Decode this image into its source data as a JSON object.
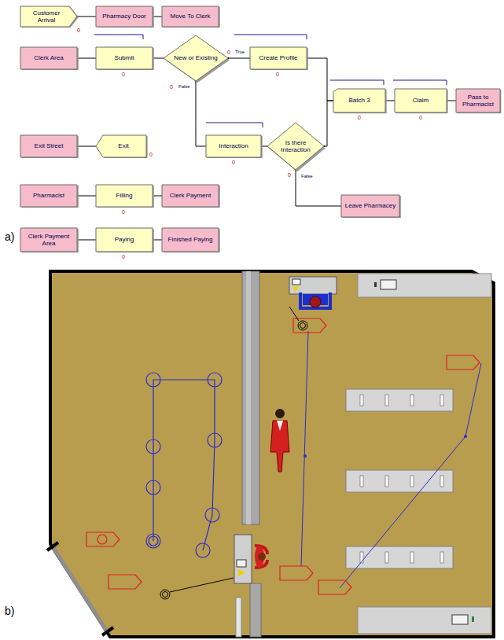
{
  "diagram": {
    "nodes": [
      {
        "text": [
          "Customer Arrival"
        ]
      },
      {
        "text": [
          "Pharmacy Door"
        ]
      },
      {
        "text": [
          "Move To Clerk"
        ]
      },
      {
        "text": [
          "Clerk Area"
        ]
      },
      {
        "text": [
          "Submit"
        ]
      },
      {
        "text": [
          "New or Existing"
        ]
      },
      {
        "text": [
          "Create Profile"
        ]
      },
      {
        "text": [
          "Interaction"
        ]
      },
      {
        "text": [
          "Is there Interaction"
        ]
      },
      {
        "text": [
          "Batch 3"
        ]
      },
      {
        "text": [
          "Claim"
        ]
      },
      {
        "text": [
          "Pass to Pharmacist"
        ]
      },
      {
        "text": [
          "Leave Pharmacey"
        ]
      },
      {
        "text": [
          "Exit Street"
        ]
      },
      {
        "text": [
          "Exit"
        ]
      },
      {
        "text": [
          "Pharmacist"
        ]
      },
      {
        "text": [
          "Filling"
        ]
      },
      {
        "text": [
          "Clerk Payment"
        ]
      },
      {
        "text": [
          "Clerk Payment Area"
        ]
      },
      {
        "text": [
          "Paying"
        ]
      },
      {
        "text": [
          "Finished Paying"
        ]
      }
    ],
    "edges": [
      {
        "from": 0,
        "to": 1,
        "arrow": "none"
      },
      {
        "from": 1,
        "to": 2,
        "arrow": "none"
      },
      {
        "from": 3,
        "to": 4,
        "arrow": "none"
      },
      {
        "from": 4,
        "to": 5,
        "arrow": "none"
      },
      {
        "from": 5,
        "to": 6,
        "label": "True",
        "arrow": "none"
      },
      {
        "from": 5,
        "to": 7,
        "label": "False",
        "arrow": "none"
      },
      {
        "from": 6,
        "to": 9,
        "arrow": "none"
      },
      {
        "from": 7,
        "to": 8,
        "arrow": "none"
      },
      {
        "from": 8,
        "to": 9,
        "arrow": "none"
      },
      {
        "from": 8,
        "to": 12,
        "label": "False",
        "arrow": "none"
      },
      {
        "from": 9,
        "to": 10,
        "arrow": "none"
      },
      {
        "from": 10,
        "to": 11,
        "arrow": "none"
      },
      {
        "from": 13,
        "to": 14,
        "arrow": "none"
      },
      {
        "from": 15,
        "to": 16,
        "arrow": "none"
      },
      {
        "from": 16,
        "to": 17,
        "arrow": "none"
      },
      {
        "from": 18,
        "to": 19,
        "arrow": "none"
      },
      {
        "from": 19,
        "to": 20,
        "arrow": "none"
      }
    ],
    "labels": [
      "0",
      "0",
      "0",
      "0",
      "0",
      "0",
      "0",
      "0",
      "0",
      "0",
      "0",
      "a)",
      "0",
      "b)"
    ]
  }
}
